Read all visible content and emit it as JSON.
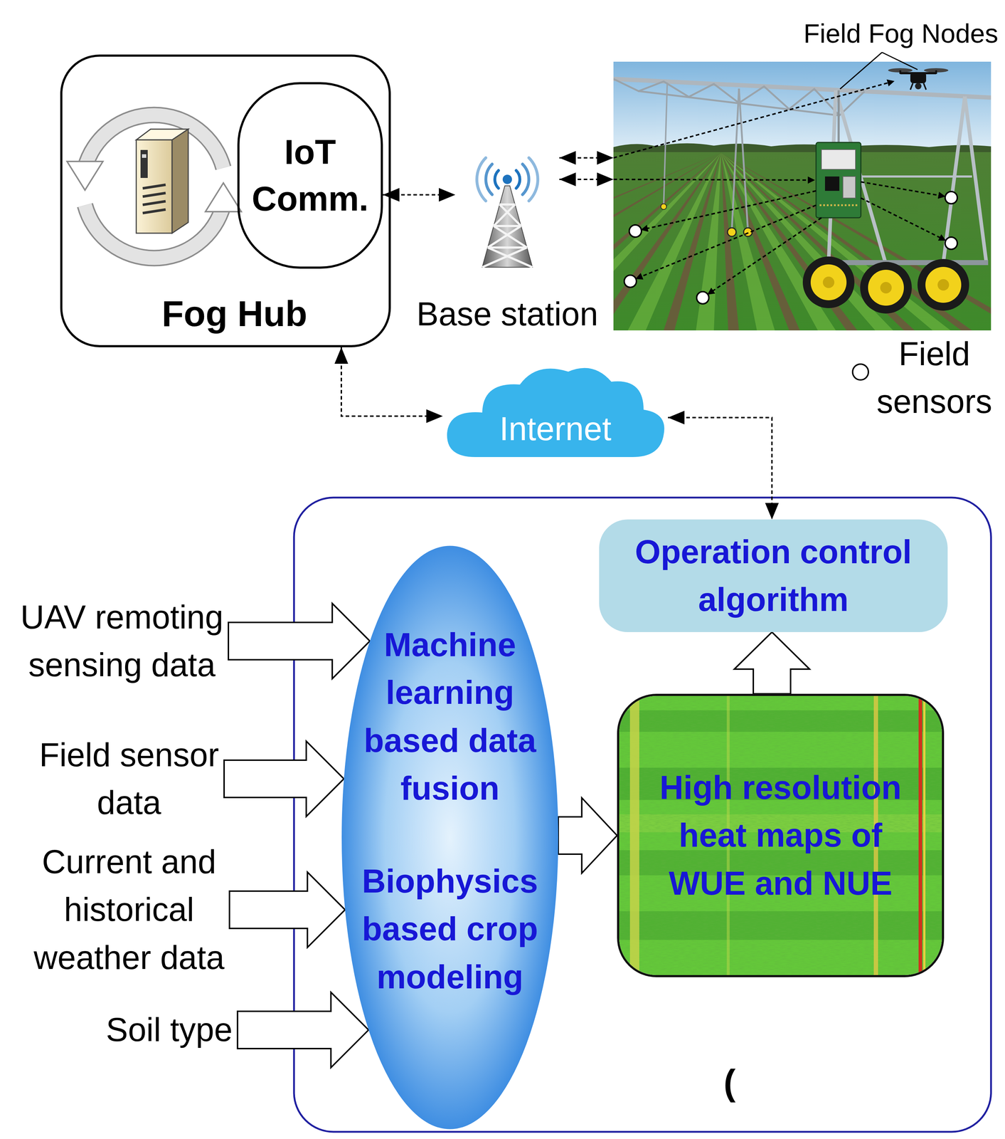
{
  "diagram": {
    "nodes": [
      {
        "text": [
          "Fog Hub"
        ]
      },
      {
        "text": [
          "IoT Comm."
        ],
        "in": 0
      },
      {
        "text": [
          "Base station"
        ]
      },
      {
        "text": [
          "Field Fog Nodes"
        ]
      },
      {
        "text": [
          "Internet"
        ]
      },
      {
        "text": [
          "UAV remoting sensing data"
        ]
      },
      {
        "text": [
          "Field sensor data"
        ]
      },
      {
        "text": [
          "Current and historical weather data"
        ]
      },
      {
        "text": [
          "Soil type"
        ]
      },
      {
        "text": [
          "Machine learning based data fusion",
          "Biophysics based crop modeling"
        ]
      },
      {
        "text": [
          "Operation control algorithm"
        ]
      },
      {
        "text": [
          "High resolution heat maps of WUE and NUE"
        ]
      }
    ],
    "edges": [
      {
        "from": 1,
        "to": 2,
        "arrow": "both"
      },
      {
        "from": 2,
        "to": 3,
        "arrow": "both"
      },
      {
        "from": 2,
        "to": 3,
        "arrow": "both"
      },
      {
        "from": 0,
        "to": 4,
        "arrow": "both"
      },
      {
        "from": 4,
        "to": 10,
        "arrow": "both"
      },
      {
        "from": 5,
        "to": 9,
        "arrow": "to"
      },
      {
        "from": 6,
        "to": 9,
        "arrow": "to"
      },
      {
        "from": 7,
        "to": 9,
        "arrow": "to"
      },
      {
        "from": 8,
        "to": 9,
        "arrow": "to"
      },
      {
        "from": 9,
        "to": 11,
        "arrow": "to"
      },
      {
        "from": 11,
        "to": 10,
        "arrow": "to"
      }
    ],
    "labels": [
      "("
    ],
    "legend": [
      {
        "text": "Field sensors"
      }
    ]
  }
}
